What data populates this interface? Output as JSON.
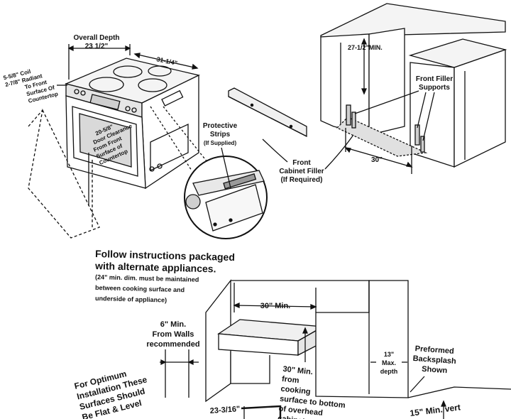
{
  "range_view": {
    "overall_depth_label": "Overall Depth",
    "overall_depth_value": "23 1/2\"",
    "width_value": "31-1/4\"",
    "coil_radiant": [
      "5-5/8\"  Coil",
      "2-7/8\"  Radiant",
      "To Front",
      "Surface Of",
      "Countertop"
    ],
    "door_clearance": [
      "20-5/8\"",
      "Door Clearance",
      "From Front",
      "Surface of",
      "Countertop"
    ]
  },
  "detail_callout": {
    "protective_strips": "Protective",
    "protective_strips_2": "Strips",
    "if_supplied": "(If Supplied)"
  },
  "cabinet_view": {
    "min_height": "27-1/2\"MIN.",
    "front_filler_supports": [
      "Front Filler",
      "Supports"
    ],
    "front_cabinet_filler": [
      "Front",
      "Cabinet Filler",
      "(If Required)"
    ],
    "width": "30\""
  },
  "instructions": {
    "heading": [
      "Follow instructions packaged",
      "with alternate appliances."
    ],
    "note": [
      "(24\" min. dim. must be maintained",
      "between cooking surface and",
      "underside of appliance)"
    ]
  },
  "installation_view": {
    "min_30": "30\" Min.",
    "six_min": [
      "6\" Min.",
      "From Walls",
      "recommended"
    ],
    "thirteen_max": [
      "13\"",
      "Max.",
      "depth"
    ],
    "preformed": [
      "Preformed",
      "Backsplash",
      "Shown"
    ],
    "optimum": [
      "For Optimum",
      "Installation These",
      "Surfaces Should",
      "Be Flat & Level"
    ],
    "thirty_min_cooking": [
      "30\" Min.",
      "from",
      "cooking",
      "surface to bottom",
      "of overhead",
      "cabinet"
    ],
    "depth_23": "23-3/16\"",
    "fifteen_min": "15\" Min. vert"
  }
}
